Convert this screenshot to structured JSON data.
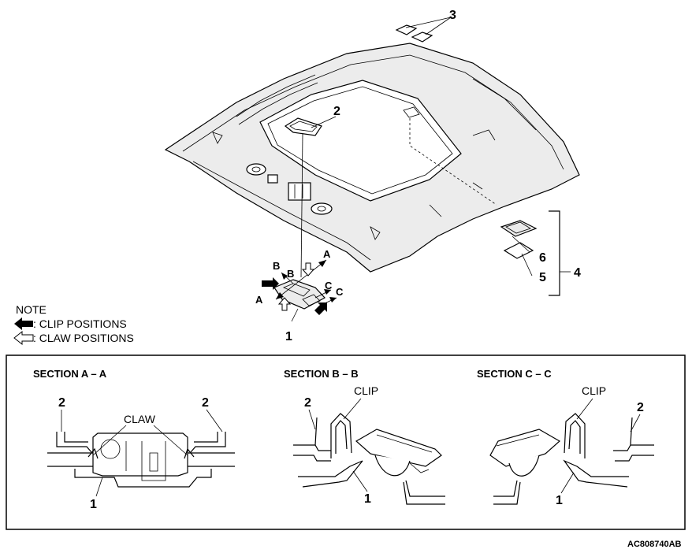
{
  "top": {
    "callouts": [
      "1",
      "2",
      "3",
      "4",
      "5",
      "6"
    ],
    "section_marks": {
      "a": "A",
      "b": "B",
      "c": "C"
    }
  },
  "note": {
    "title": "NOTE",
    "clip": ": CLIP POSITIONS",
    "claw": ": CLAW POSITIONS"
  },
  "sections": {
    "aa": {
      "title": "SECTION A – A",
      "claw": "CLAW",
      "n2a": "2",
      "n2b": "2",
      "n1": "1"
    },
    "bb": {
      "title": "SECTION B – B",
      "clip": "CLIP",
      "n2": "2",
      "n1": "1"
    },
    "cc": {
      "title": "SECTION C – C",
      "clip": "CLIP",
      "n2": "2",
      "n1": "1"
    }
  },
  "figure_code": "AC808740AB"
}
